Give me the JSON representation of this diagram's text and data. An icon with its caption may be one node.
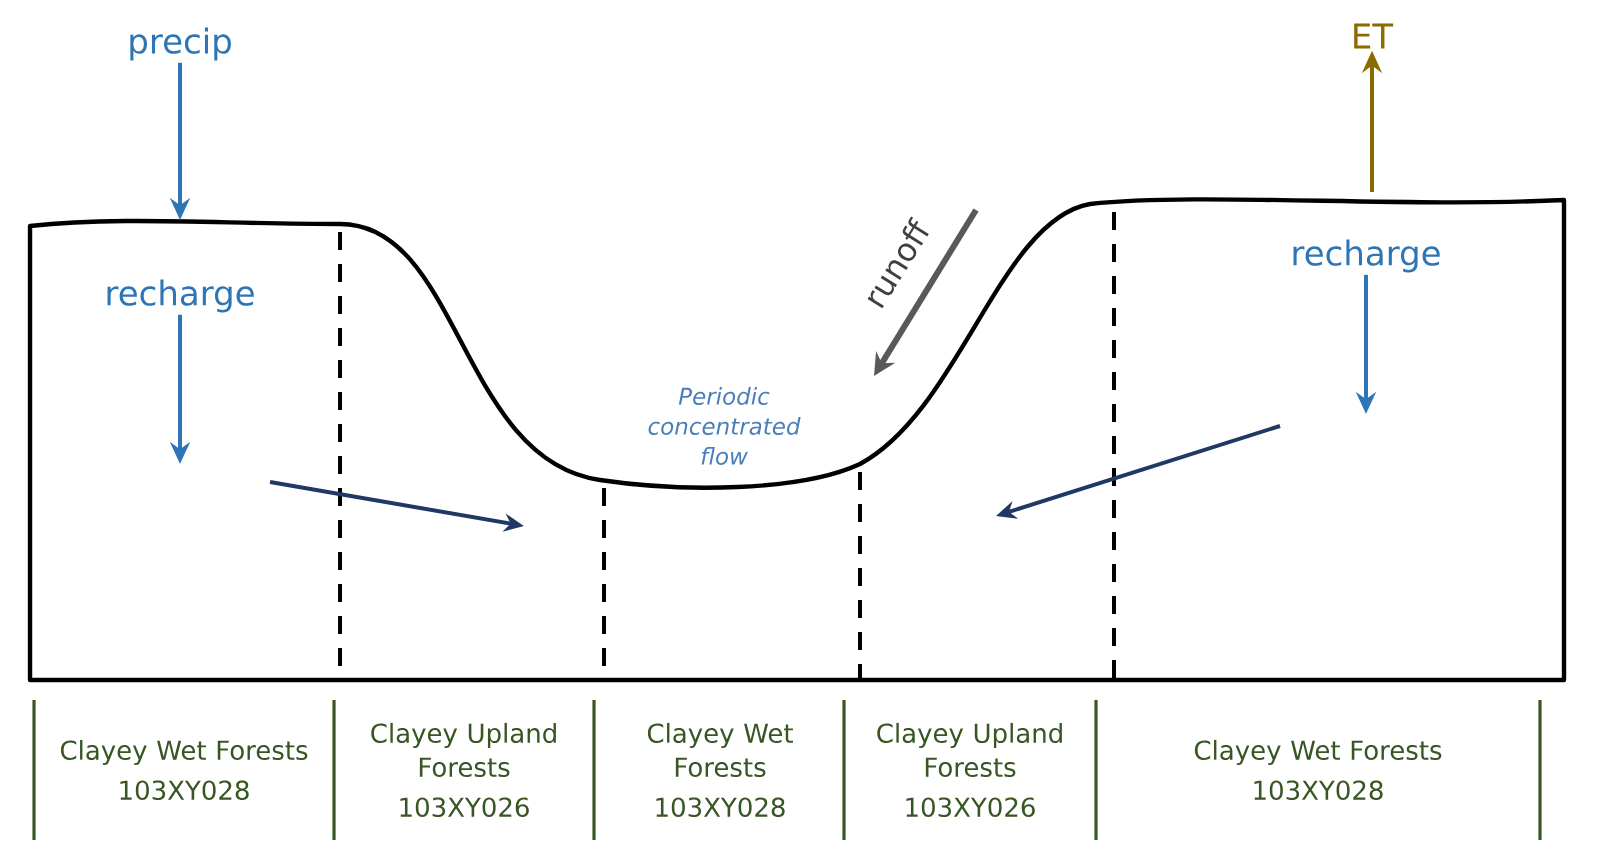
{
  "diagram": {
    "nodes": [
      {
        "text": [
          "precip"
        ]
      },
      {
        "text": [
          "recharge"
        ]
      },
      {
        "text": [
          "ET"
        ]
      },
      {
        "text": [
          "recharge"
        ]
      },
      {
        "text": [
          "Clayey Wet Forests",
          "103XY028"
        ]
      },
      {
        "text": [
          "Clayey Upland Forests",
          "103XY026"
        ]
      },
      {
        "text": [
          "Clayey Wet Forests",
          "103XY028"
        ]
      },
      {
        "text": [
          "Clayey Upland Forests",
          "103XY026"
        ]
      },
      {
        "text": [
          "Clayey Wet Forests",
          "103XY028"
        ]
      }
    ],
    "edges": [
      {
        "from": 0,
        "to": null,
        "arrow": "to"
      },
      {
        "from": 1,
        "to": null,
        "arrow": "to"
      },
      {
        "from": null,
        "to": 2,
        "arrow": "to",
        "color": "#8b6a00"
      },
      {
        "from": 3,
        "to": null,
        "arrow": "to"
      }
    ],
    "labels": [
      "runoff",
      "Periodic concentrated flow"
    ]
  }
}
